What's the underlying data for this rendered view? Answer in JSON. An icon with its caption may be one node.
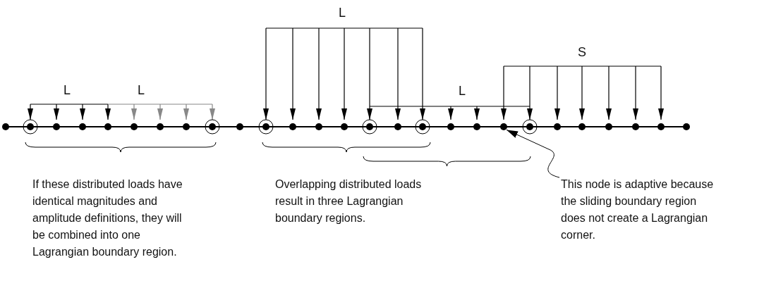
{
  "diagram": {
    "nodes": [
      {
        "text": [
          "This node is adaptive because the sliding boundary region does not create a Lagrangian corner."
        ]
      },
      {
        "text": [],
        "shape": "circle"
      }
    ],
    "edges": [
      {
        "from": 0,
        "to": 1,
        "arrow": "to"
      }
    ],
    "labels": [
      "L",
      "S",
      "L",
      "L",
      "L",
      "If these distributed loads have identical magnitudes and amplitude definitions, they will be combined into one Lagrangian boundary region.",
      "Overlapping distributed loads result in three Lagrangian boundary regions."
    ]
  }
}
